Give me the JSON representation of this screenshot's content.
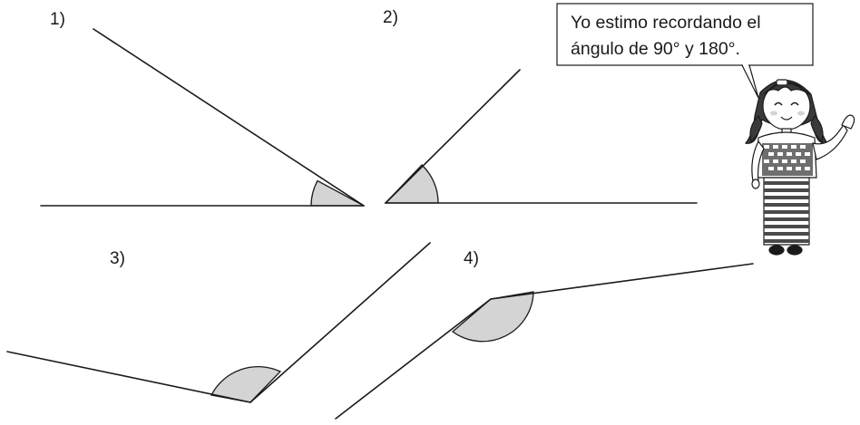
{
  "angles": [
    {
      "label": "1)"
    },
    {
      "label": "2)"
    },
    {
      "label": "3)"
    },
    {
      "label": "4)"
    }
  ],
  "speech_bubble": {
    "line1": "Yo estimo recordando el",
    "line2": "ángulo de 90° y 180°."
  },
  "colors": {
    "line": "#1a1a1a",
    "arc_fill": "#d4d4d4",
    "background": "#ffffff"
  }
}
